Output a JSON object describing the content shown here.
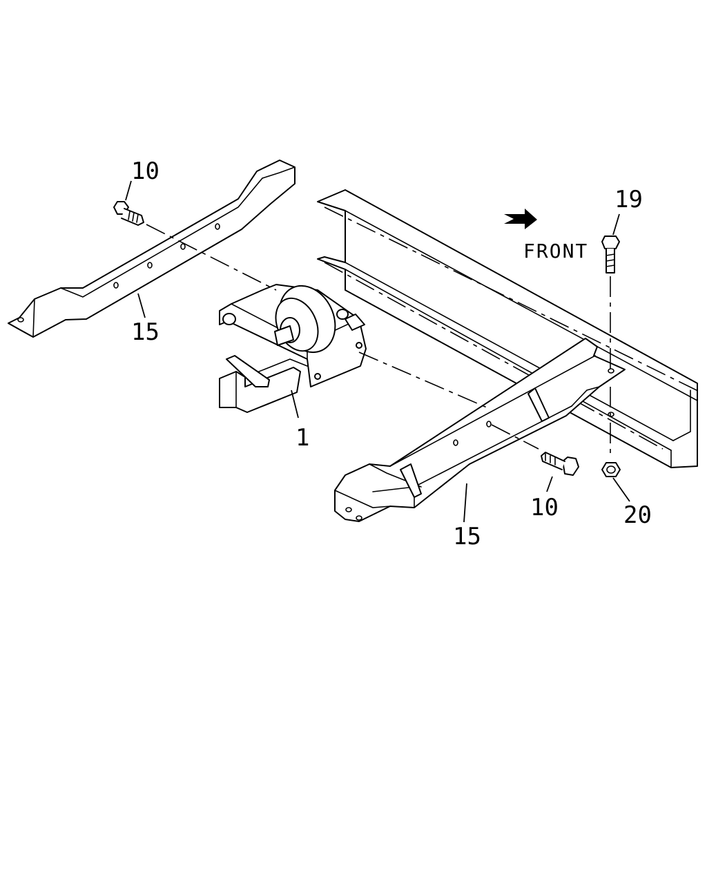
{
  "diagram": {
    "direction_label": "FRONT",
    "callouts": {
      "bolt_left": "10",
      "bracket_left": "15",
      "unit": "1",
      "bolt_right": "10",
      "bracket_right": "15",
      "bolt_top": "19",
      "nut": "20"
    },
    "colors": {
      "line": "#000000",
      "background": "#ffffff"
    }
  }
}
